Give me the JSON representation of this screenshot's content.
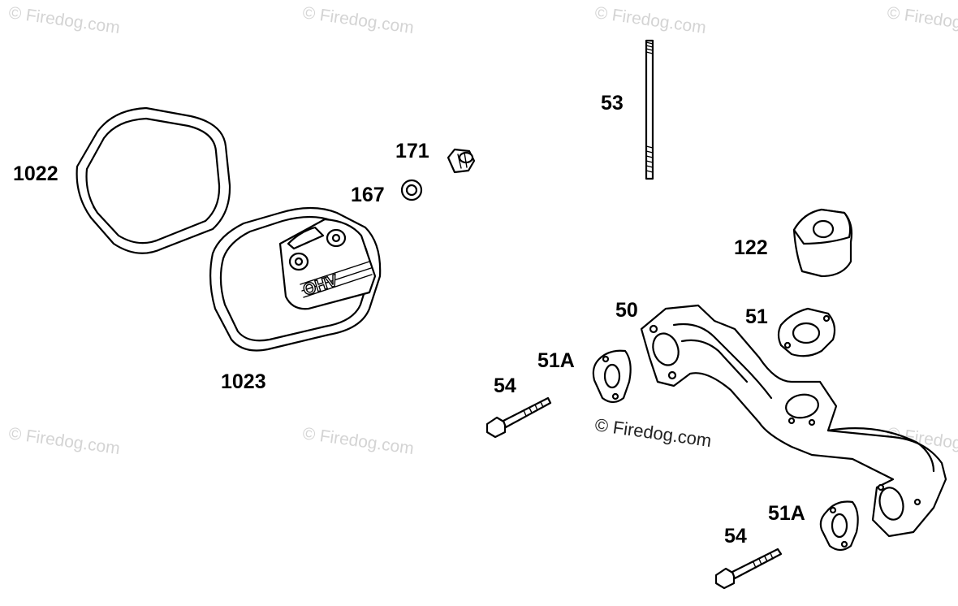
{
  "watermark": "© Firedog.com",
  "center_watermark": "© Firedog.com",
  "labels": {
    "p1022": "1022",
    "p1023": "1023",
    "p171": "171",
    "p167": "167",
    "p53": "53",
    "p122": "122",
    "p50": "50",
    "p51": "51",
    "p51a_upper": "51A",
    "p51a_lower": "51A",
    "p54_upper": "54",
    "p54_lower": "54"
  },
  "colors": {
    "watermark": "#d4d4d4",
    "line": "#000000",
    "background": "#ffffff"
  }
}
